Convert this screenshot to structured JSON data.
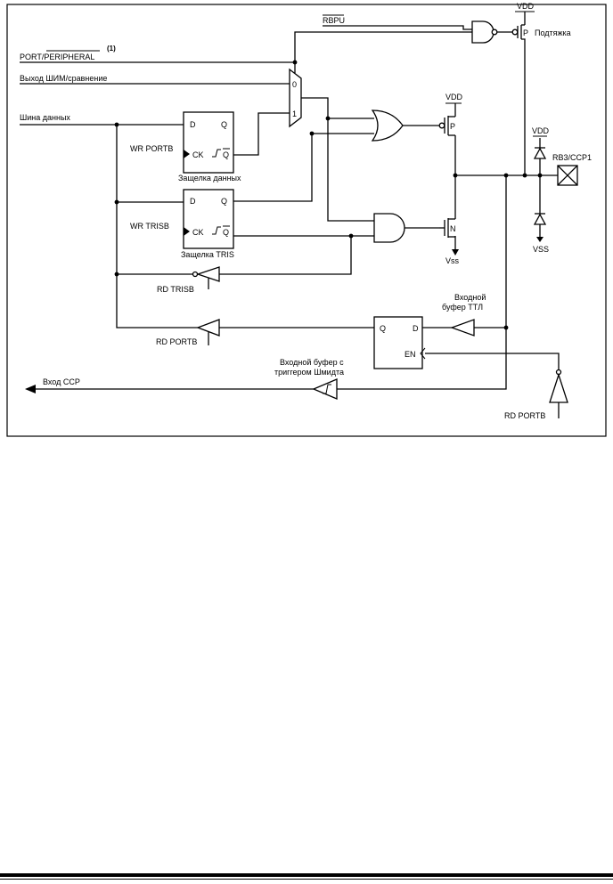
{
  "labels": {
    "port_peripheral": "PORT/PERIPHERAL",
    "footnote": "(1)",
    "pwm_out": "Выход ШИМ/сравнение",
    "data_bus": "Шина данных",
    "rbpu": "RBPU",
    "vdd_top": "VDD",
    "pullup": "Подтяжка",
    "mux0": "0",
    "mux1": "1",
    "vdd_p": "VDD",
    "p_label": "P",
    "p_label_top": "P",
    "n_label": "N",
    "vss_n": "Vss",
    "vdd_diode": "VDD",
    "vss_diode": "VSS",
    "pin": "RB3/CCP1",
    "latch_d": "D",
    "latch_q": "Q",
    "latch_ck": "CK",
    "latch_qbar": "Q",
    "wr_portb": "WR PORTB",
    "data_latch": "Защелка данных",
    "tris_d": "D",
    "tris_q": "Q",
    "tris_ck": "CK",
    "tris_qbar": "Q",
    "wr_trisb": "WR TRISB",
    "tris_latch": "Защелка TRIS",
    "rd_trisb": "RD TRISB",
    "ttl_line1": "Входной",
    "ttl_line2": "буфер ТТЛ",
    "in_q": "Q",
    "in_d": "D",
    "in_en": "EN",
    "rd_portb_left": "RD PORTB",
    "schmitt_line1": "Входной буфер с",
    "schmitt_line2": "триггером Шмидта",
    "ccp_in": "Вход CCP",
    "rd_portb_bottom": "RD PORTB"
  }
}
